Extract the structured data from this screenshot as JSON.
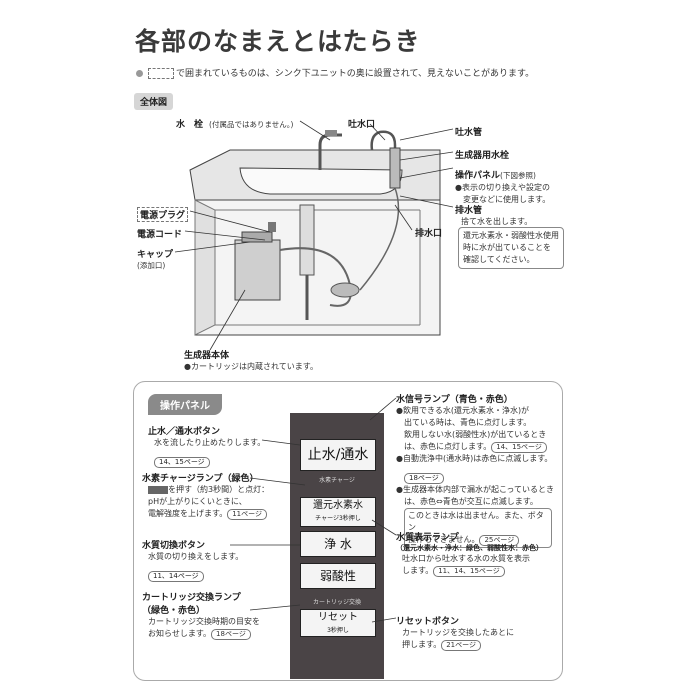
{
  "page": {
    "title": "各部のなまえとはたらき",
    "note_prefix": "",
    "note_text": "で囲まれているものは、シンク下ユニットの奥に設置されて、見えないことがあります。",
    "section_tag": "全体図"
  },
  "diagram": {
    "faucet": "水　栓",
    "faucet_note": "(付属品ではありません。)",
    "spout": "吐水口",
    "spout_pipe": "吐水管",
    "generator_faucet": "生成器用水栓",
    "control_panel": "操作パネル",
    "control_panel_ref": "(下図参照)",
    "control_panel_desc1": "●表示の切り換えや設定の",
    "control_panel_desc2": "変更などに使用します。",
    "drain_pipe": "排水管",
    "drain_pipe_desc": "捨て水を出します。",
    "drain_box1": "還元水素水・弱酸性水使用",
    "drain_box2": "時に水が出ていることを",
    "drain_box3": "確認してください。",
    "drain_port": "排水口",
    "power_plug": "電源プラグ",
    "power_cord": "電源コード",
    "cap": "キャップ",
    "cap_note": "(添加口)",
    "generator_body": "生成器本体",
    "generator_body_desc": "●カートリッジは内蔵されています。"
  },
  "panel": {
    "tag": "操作パネル",
    "stop_btn_label": "止水／通水ボタン",
    "stop_btn_desc1": "水を流したり止めたりします。",
    "stop_btn_ref": "14、15ページ",
    "charge_lamp_label": "水素チャージランプ（緑色）",
    "charge_lamp_desc1": "を押す（約3秒間）と点灯：",
    "charge_lamp_desc2": "pHが上がりにくいときに、",
    "charge_lamp_desc3": "電解強度を上げます。",
    "charge_lamp_ref": "11ページ",
    "quality_btn_label": "水質切換ボタン",
    "quality_btn_desc": "水質の切り換えをします。",
    "quality_btn_ref": "11、14ページ",
    "cartridge_lamp_label": "カートリッジ交換ランプ",
    "cartridge_lamp_color": "（緑色・赤色）",
    "cartridge_lamp_desc1": "カートリッジ交換時期の目安を",
    "cartridge_lamp_desc2": "お知らせします。",
    "cartridge_lamp_ref": "18ページ",
    "signal_lamp_label": "水信号ランプ（青色・赤色）",
    "signal_1a": "●飲用できる水(還元水素水・浄水)が",
    "signal_1b": "出ている時は、青色に点灯します。",
    "signal_1c": "飲用しない水(弱酸性水)が出ているとき",
    "signal_1d": "は、赤色に点灯します。",
    "signal_1_ref": "14、15ページ",
    "signal_2a": "●自動洗浄中(通水時)は赤色に点滅します。",
    "signal_2_ref": "18ページ",
    "signal_3a": "●生成器本体内部で漏水が起こっているとき",
    "signal_3b": "は、赤色⇔青色が交互に点滅します。",
    "signal_box1": "このときは水は出ません。また、ボタン",
    "signal_box2": "操作もできません。",
    "signal_box_ref": "25ページ",
    "quality_lamp_label": "水質表示ランプ",
    "quality_lamp_color": "（還元水素水・浄水：緑色、弱酸性水：赤色）",
    "quality_lamp_desc1": "吐水口から吐水する水の水質を表示",
    "quality_lamp_desc2": "します。",
    "quality_lamp_ref": "11、14、15ページ",
    "reset_btn_label": "リセットボタン",
    "reset_btn_desc1": "カートリッジを交換したあとに",
    "reset_btn_desc2": "押します。",
    "reset_btn_ref": "21ページ"
  },
  "device": {
    "btn_stop": "止水/通水",
    "charge_indicator": "水素チャージ",
    "btn_reduced": "還元水素水",
    "btn_reduced_sub": "チャージ3秒押し",
    "btn_pure": "浄 水",
    "btn_acid": "弱酸性",
    "cartridge_indicator": "カートリッジ交換",
    "btn_reset": "リセット",
    "btn_reset_sub": "3秒押し"
  },
  "colors": {
    "panel_bg": "#4a4446",
    "tag_bg": "#8a8a8a"
  }
}
